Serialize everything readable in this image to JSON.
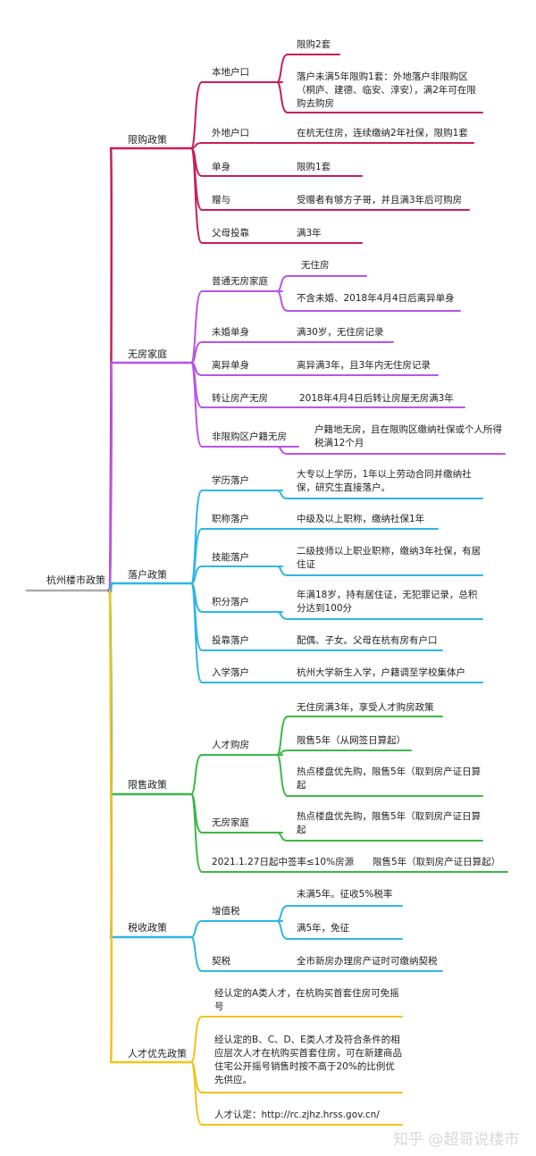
{
  "root": "杭州楼市政策",
  "colors": {
    "limit_buy": "#C81E5B",
    "no_house": "#B855E6",
    "settle": "#2EB6E6",
    "limit_sell": "#3CB84A",
    "tax": "#2EB6E6",
    "talent": "#F2C418",
    "root_line": "#AAAAAA"
  },
  "branches": [
    {
      "label": "限购政策",
      "children": [
        {
          "label": "本地户口",
          "items": [
            "限购2套",
            "落户未满5年限购1套：外地落户非限购区（桐庐、建德、临安、淳安），满2年可在限购去购房"
          ]
        },
        {
          "label": "外地户口",
          "items": [
            "在杭无住房，连续缴纳2年社保，限购1套"
          ]
        },
        {
          "label": "单身",
          "items": [
            "限购1套"
          ]
        },
        {
          "label": "赠与",
          "items": [
            "受赠者有够方子哥，并且满3年后可购房"
          ]
        },
        {
          "label": "父母投靠",
          "items": [
            "满3年"
          ]
        }
      ]
    },
    {
      "label": "无房家庭",
      "children": [
        {
          "label": "普通无房家庭",
          "items": [
            "无住房",
            "不含未婚、2018年4月4日后离异单身"
          ]
        },
        {
          "label": "未婚单身",
          "items": [
            "满30岁，无住房记录"
          ]
        },
        {
          "label": "离异单身",
          "items": [
            "离异满3年，且3年内无住房记录"
          ]
        },
        {
          "label": "转让房产无房",
          "items": [
            "2018年4月4日后转让房屋无房满3年"
          ]
        },
        {
          "label": "非限购区户籍无房",
          "items": [
            "户籍地无房，且在限购区缴纳社保或个人所得税满12个月"
          ]
        }
      ]
    },
    {
      "label": "落户政策",
      "children": [
        {
          "label": "学历落户",
          "items": [
            "大专以上学历，1年以上劳动合同并缴纳社保，研究生直接落户。"
          ]
        },
        {
          "label": "职称落户",
          "items": [
            "中级及以上职称，缴纳社保1年"
          ]
        },
        {
          "label": "技能落户",
          "items": [
            "二级技师以上职业职称，缴纳3年社保，有居住证"
          ]
        },
        {
          "label": "积分落户",
          "items": [
            "年满18岁，持有居住证，无犯罪记录，总积分达到100分"
          ]
        },
        {
          "label": "投靠落户",
          "items": [
            "配偶、子女。父母在杭有房有户口"
          ]
        },
        {
          "label": "入学落户",
          "items": [
            "杭州大学新生入学，户籍调至学校集体户"
          ]
        }
      ]
    },
    {
      "label": "限售政策",
      "children": [
        {
          "label": "人才购房",
          "items": [
            "无住房满3年，享受人才购房政策",
            "限售5年（从网签日算起）",
            "热点楼盘优先购，限售5年（取到房产证日算起"
          ]
        },
        {
          "label": "无房家庭",
          "items": [
            "热点楼盘优先购，限售5年（取到房产证日算起"
          ]
        },
        {
          "label": "2021.1.27日起中签率≤10%房源",
          "items": [
            "限售5年（取到房产证日算起）"
          ]
        }
      ]
    },
    {
      "label": "税收政策",
      "children": [
        {
          "label": "增值税",
          "items": [
            "未满5年。征收5%税率",
            "满5年，免征"
          ]
        },
        {
          "label": "契税",
          "items": [
            "全市新房办理房产证时可缴纳契税"
          ]
        }
      ]
    },
    {
      "label": "人才优先政策",
      "items": [
        "经认定的A类人才，在杭购买首套住房可免摇号",
        "经认定的B、C、D、E类人才及符合条件的相应层次人才在杭购买首套住房，可在新建商品住宅公开摇号销售时按不高于20%的比例优先供应。",
        "人才认定：http://rc.zjhz.hrss.gov.cn/"
      ]
    }
  ],
  "watermark": "知乎 @超哥说楼市"
}
